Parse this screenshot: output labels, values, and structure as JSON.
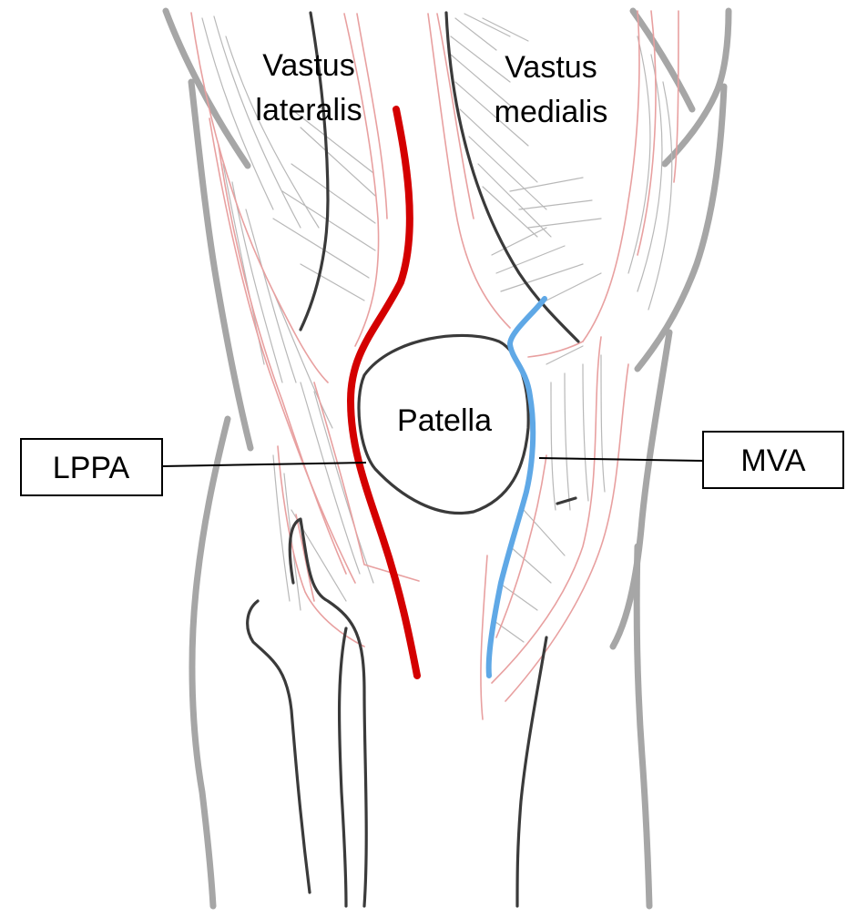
{
  "labels": {
    "vastus_lateralis_line1": "Vastus",
    "vastus_lateralis_line2": "lateralis",
    "vastus_medialis_line1": "Vastus",
    "vastus_medialis_line2": "medialis",
    "patella": "Patella",
    "lppa": "LPPA",
    "mva": "MVA"
  },
  "colors": {
    "lppa_path": "#d40000",
    "mva_path": "#5fa8e6",
    "outline": "#a6a6a6",
    "bone": "#3a3a3a",
    "fascia": "#e8a0a0",
    "fiber": "#b8b8b8"
  }
}
